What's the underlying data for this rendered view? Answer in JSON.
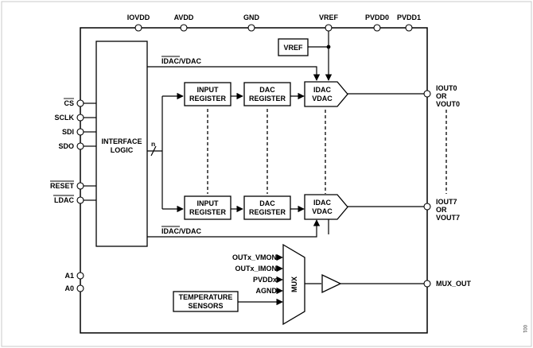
{
  "top_pins": [
    "IOVDD",
    "AVDD",
    "GND",
    "VREF",
    "PVDD0",
    "PVDD1"
  ],
  "left_pins": [
    "CS",
    "SCLK",
    "SDI",
    "SDO",
    "RESET",
    "LDAC",
    "A1",
    "A0"
  ],
  "blocks": {
    "vref": "VREF",
    "interface_line1": "INTERFACE",
    "interface_line2": "LOGIC",
    "input_register_line1": "INPUT",
    "input_register_line2": "REGISTER",
    "dac_register_line1": "DAC",
    "dac_register_line2": "REGISTER",
    "idac_line1": "IDAC",
    "idac_line2": "VDAC",
    "mux": "MUX",
    "temp_line1": "TEMPERATURE",
    "temp_line2": "SENSORS"
  },
  "bus": {
    "width_label": "n",
    "idac_vdac_label_a": "IDAC",
    "idac_vdac_label_b": "/VDAC"
  },
  "outputs": {
    "out0_line1": "IOUT0",
    "out0_line2": "OR",
    "out0_line3": "VOUT0",
    "out7_line1": "IOUT7",
    "out7_line2": "OR",
    "out7_line3": "VOUT7",
    "mux_out": "MUX_OUT"
  },
  "mux_inputs": [
    "OUTx_VMON",
    "OUTx_IMON",
    "PVDDx",
    "AGND"
  ],
  "figure_number": "001"
}
